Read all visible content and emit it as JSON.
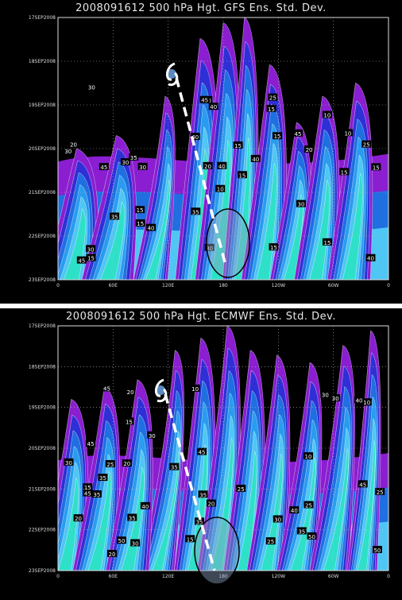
{
  "panels": [
    {
      "id": "gfs",
      "title": "2008091612  500 hPa Hgt. GFS Ens. Std. Dev.",
      "y_ticks": [
        "17SEP2008",
        "18SEP2008",
        "19SEP2008",
        "20SEP2008",
        "21SEP2008",
        "22SEP2008",
        "23SEP2008"
      ],
      "x_ticks": [
        "0",
        "60E",
        "120E",
        "180",
        "120W",
        "60W",
        "0"
      ],
      "contour_labels": [
        "10",
        "15",
        "20",
        "25",
        "30",
        "35",
        "40",
        "45"
      ]
    },
    {
      "id": "ecmwf",
      "title": "2008091612  500 hPa Hgt. ECMWF Ens. Std. Dev.",
      "y_ticks": [
        "17SEP2008",
        "18SEP2008",
        "19SEP2008",
        "20SEP2008",
        "21SEP2008",
        "22SEP2008",
        "23SEP2008"
      ],
      "x_ticks": [
        "0",
        "60E",
        "120E",
        "180",
        "120W",
        "60W",
        "0"
      ],
      "contour_labels": [
        "10",
        "15",
        "20",
        "25",
        "30",
        "35",
        "40",
        "45",
        "50"
      ]
    }
  ],
  "chart_data": [
    {
      "type": "heatmap",
      "title": "2008091612  500 hPa Hgt. GFS Ens. Std. Dev.",
      "x_categories": [
        "0",
        "60E",
        "120E",
        "180",
        "120W",
        "60W",
        "0"
      ],
      "y_categories": [
        "17SEP2008",
        "18SEP2008",
        "19SEP2008",
        "20SEP2008",
        "21SEP2008",
        "22SEP2008",
        "23SEP2008"
      ],
      "contour_levels": [
        10,
        15,
        20,
        25,
        30,
        35,
        40,
        45
      ],
      "colors": [
        "#8a1ed0",
        "#2f2fd6",
        "#1f6fe0",
        "#2a9cf0",
        "#4fc6f4",
        "#2ee0c8",
        "#2ed68a",
        "#22c832"
      ]
    },
    {
      "type": "heatmap",
      "title": "2008091612  500 hPa Hgt. ECMWF Ens. Std. Dev.",
      "x_categories": [
        "0",
        "60E",
        "120E",
        "180",
        "120W",
        "60W",
        "0"
      ],
      "y_categories": [
        "17SEP2008",
        "18SEP2008",
        "19SEP2008",
        "20SEP2008",
        "21SEP2008",
        "22SEP2008",
        "23SEP2008"
      ],
      "contour_levels": [
        10,
        15,
        20,
        25,
        30,
        35,
        40,
        45,
        50
      ],
      "colors": [
        "#8a1ed0",
        "#2f2fd6",
        "#1f6fe0",
        "#2a9cf0",
        "#4fc6f4",
        "#2ee0c8",
        "#2ed68a",
        "#22c832"
      ]
    }
  ]
}
